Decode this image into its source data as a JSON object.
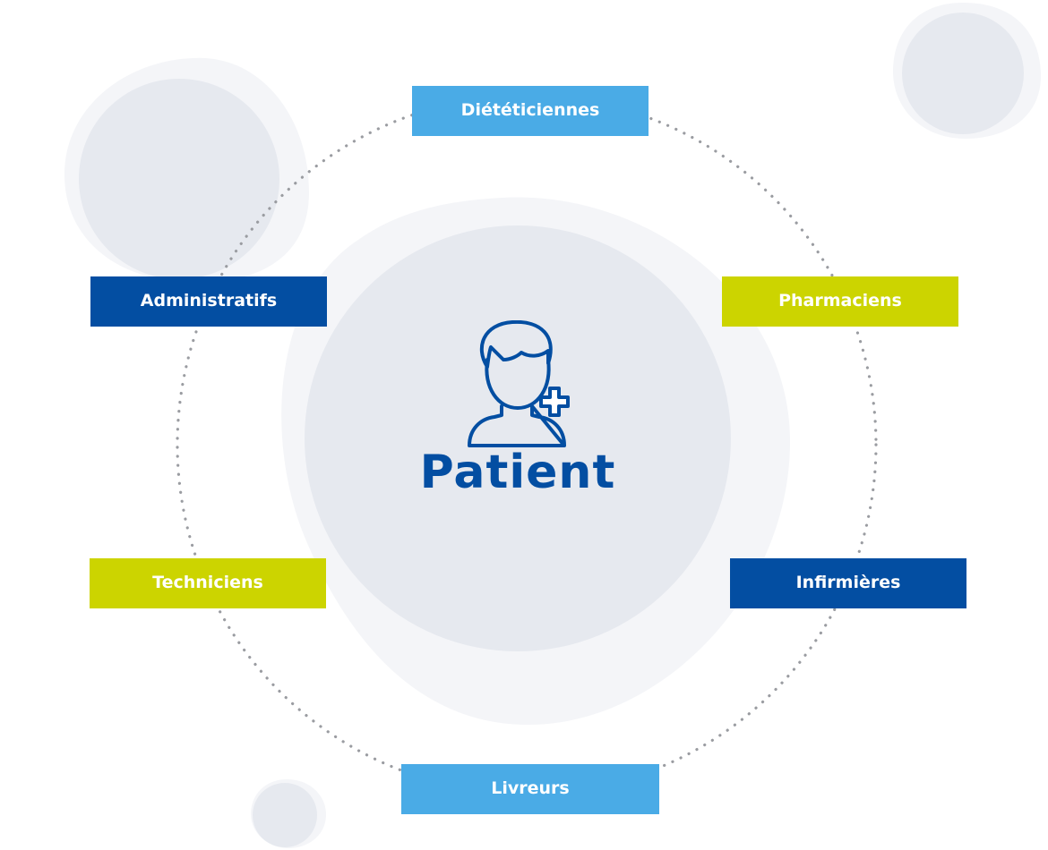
{
  "colors": {
    "light_blue": "#4aabe6",
    "dark_blue": "#034ea2",
    "lime": "#ccd400",
    "bubble_outer": "#f4f5f8",
    "bubble_inner": "#e6e9ef",
    "dots": "#9a9ca1",
    "text_white": "#ffffff"
  },
  "center": {
    "label": "Patient",
    "icon": "patient-plus-icon"
  },
  "roles": [
    {
      "label": "Diététiciennes",
      "color": "#4aabe6"
    },
    {
      "label": "Pharmaciens",
      "color": "#ccd400"
    },
    {
      "label": "Infirmières",
      "color": "#034ea2"
    },
    {
      "label": "Livreurs",
      "color": "#4aabe6"
    },
    {
      "label": "Techniciens",
      "color": "#ccd400"
    },
    {
      "label": "Administratifs",
      "color": "#034ea2"
    }
  ]
}
